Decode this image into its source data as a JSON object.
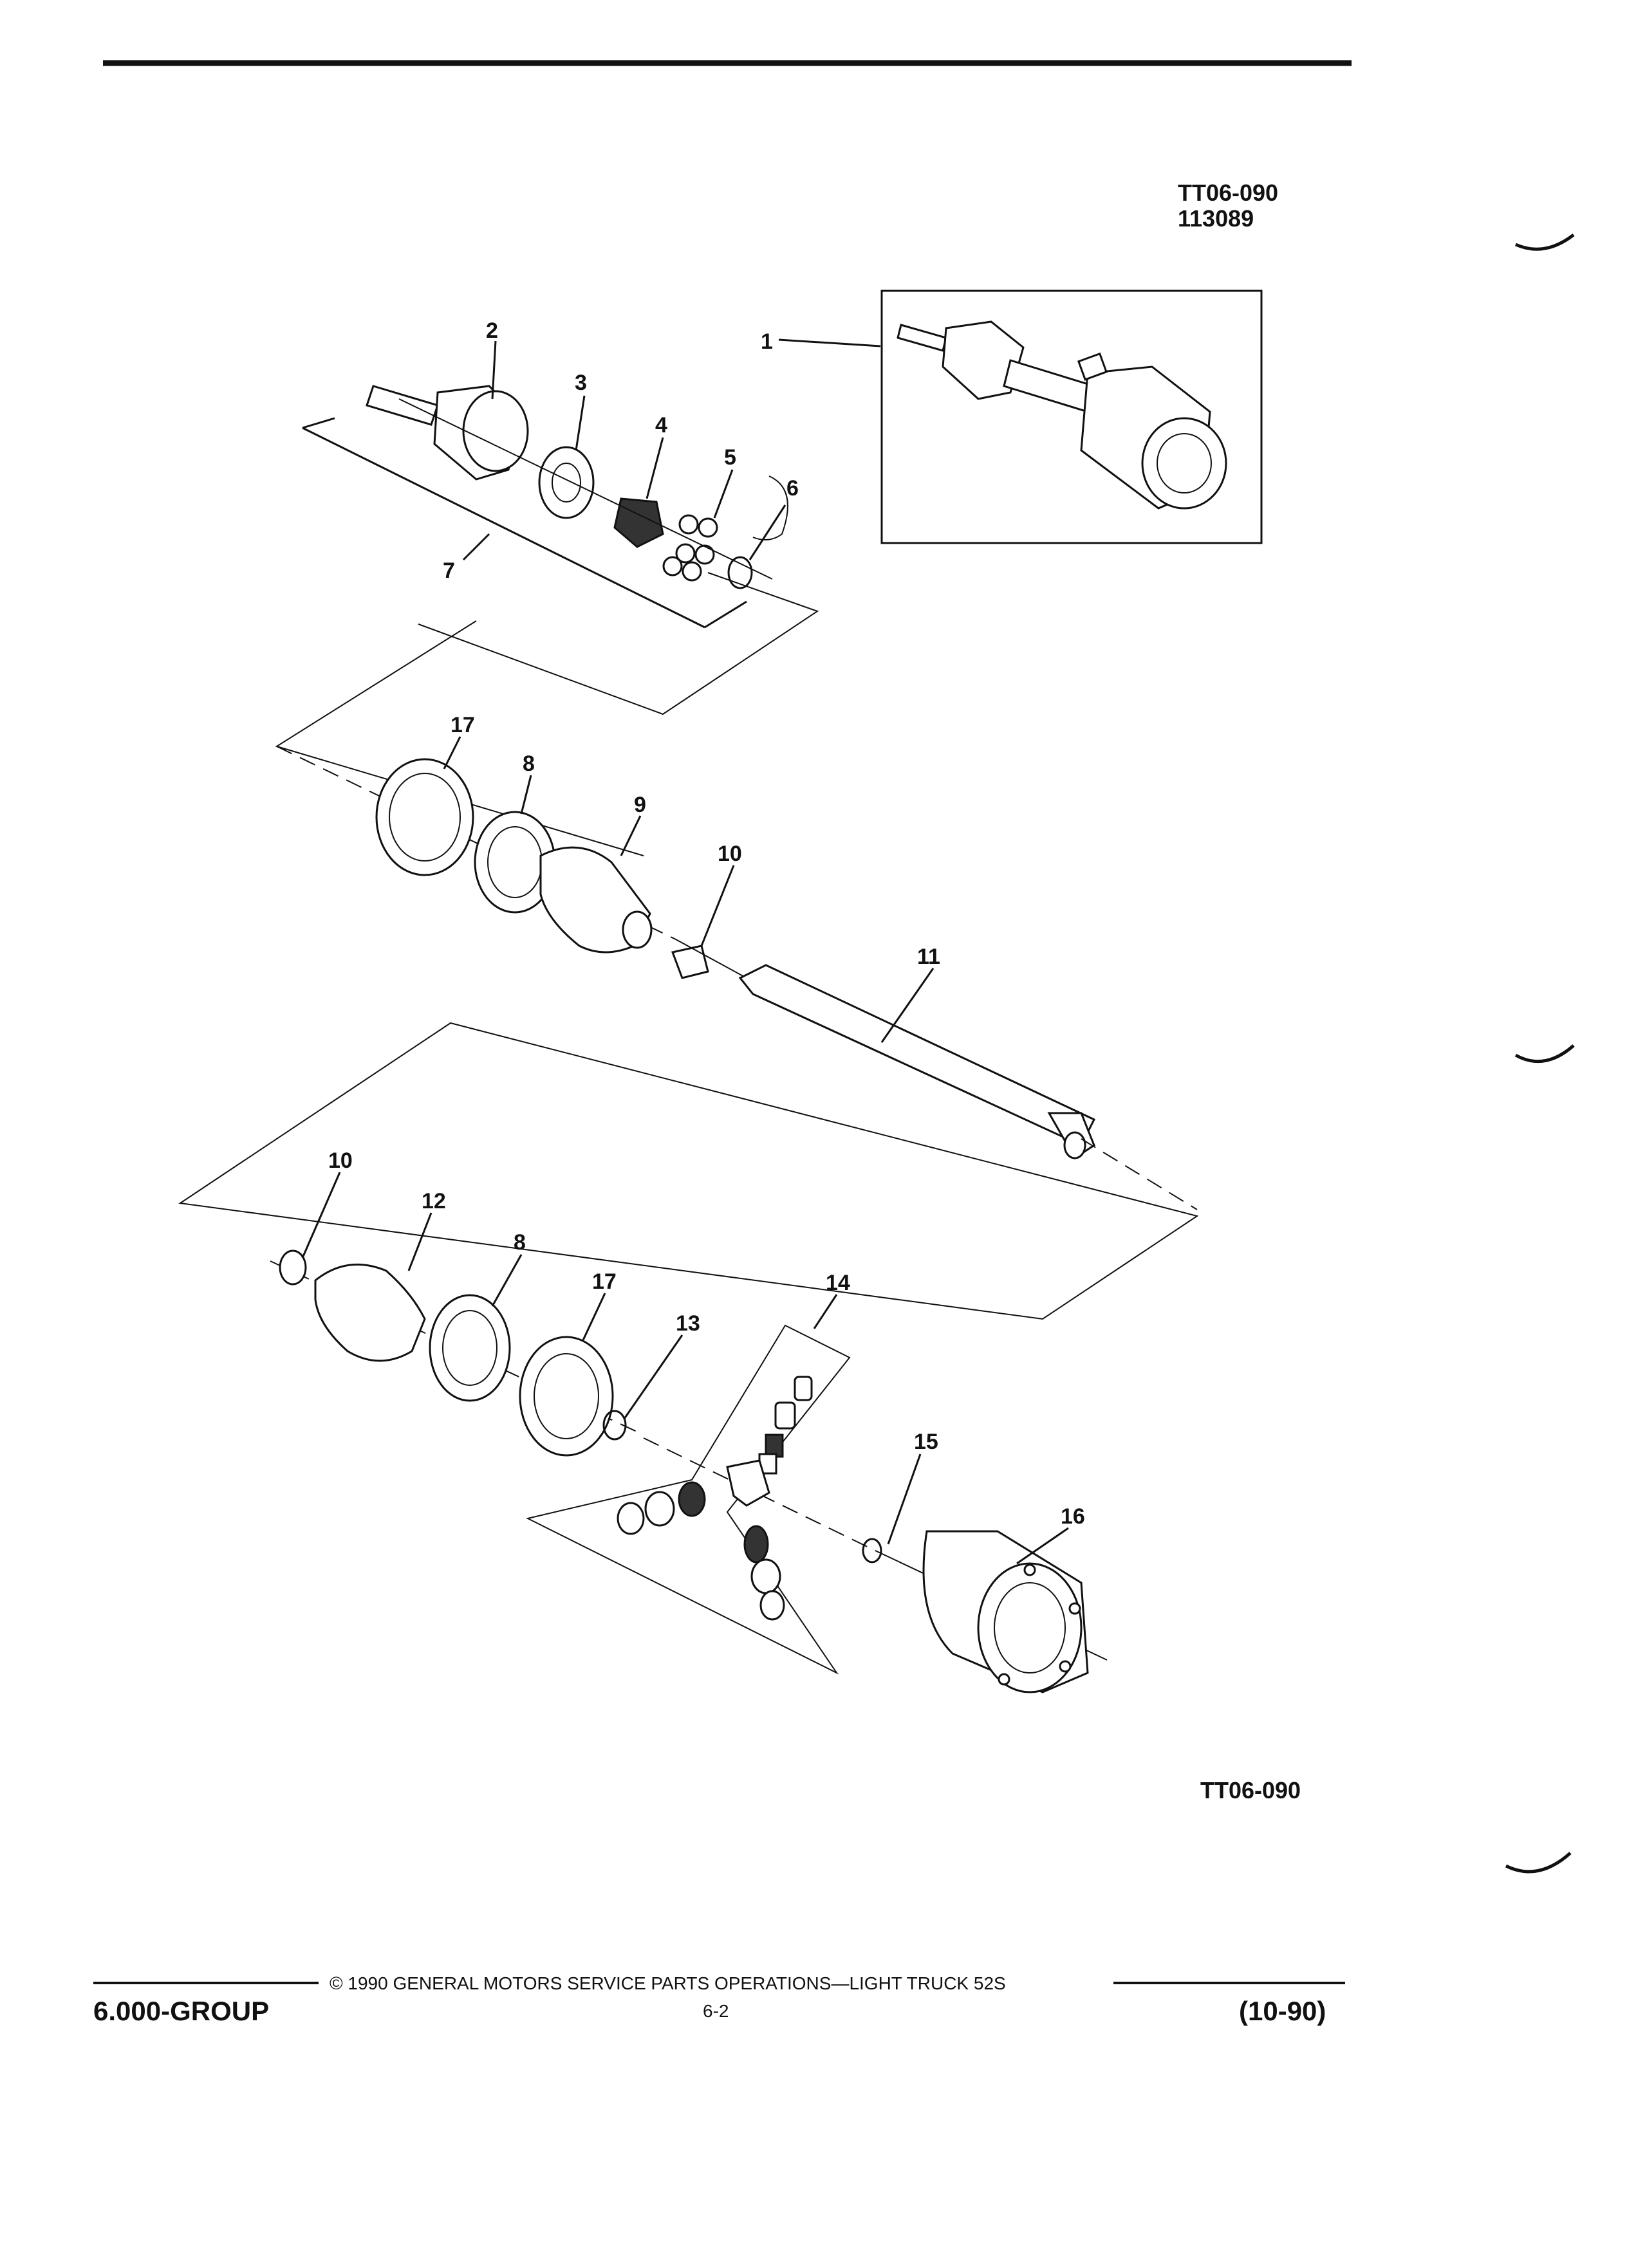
{
  "header": {
    "figure_code": "TT06-090",
    "figure_number": "113089"
  },
  "diagram": {
    "callouts": [
      "1",
      "2",
      "3",
      "4",
      "5",
      "6",
      "7",
      "17",
      "8",
      "9",
      "10",
      "11",
      "10",
      "12",
      "8",
      "17",
      "13",
      "14",
      "15",
      "16"
    ],
    "figure_code_bottom": "TT06-090"
  },
  "footer": {
    "copyright": "© 1990 GENERAL MOTORS SERVICE PARTS OPERATIONS—LIGHT TRUCK 52S",
    "group": "6.000-GROUP",
    "page_number": "6-2",
    "revision": "(10-90)"
  }
}
